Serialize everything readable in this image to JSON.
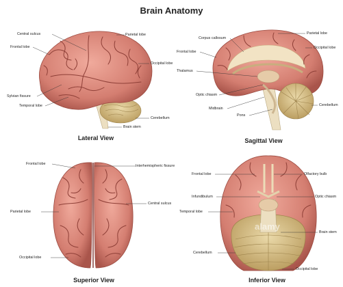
{
  "title": "Brain Anatomy",
  "views": {
    "lateral": {
      "caption": "Lateral View",
      "labels": {
        "central_sulcus": "Central sulcus",
        "parietal_lobe": "Parietal lobe",
        "frontal_lobe": "Frontal lobe",
        "occipital_lobe": "Occipital lobe",
        "sylvian_fissure": "Sylvian fissure",
        "temporal_lobe": "Temporal lobe",
        "cerebellum": "Cerebellum",
        "brain_stem": "Brain stem"
      }
    },
    "sagittal": {
      "caption": "Sagittal View",
      "labels": {
        "corpus_callosum": "Corpus callosum",
        "parietal_lobe": "Parietal lobe",
        "occipital_lobe": "Occipital lobe",
        "frontal_lobe": "Frontal lobe",
        "thalamus": "Thalamus",
        "optic_chiasm": "Optic chiasm",
        "cerebellum": "Cerebellum",
        "midbrain": "Midbrain",
        "pons": "Pons"
      }
    },
    "superior": {
      "caption": "Superior View",
      "labels": {
        "frontal_lobe": "Frontal lobe",
        "interhemispheric_fissure": "Interhemispheric fissure",
        "central_sulcus": "Central sulcus",
        "parietal_lobe": "Parietal lobe",
        "occipital_lobe": "Occipital lobe"
      }
    },
    "inferior": {
      "caption": "Inferior View",
      "labels": {
        "frontal_lobe": "Frontal lobe",
        "olfactory_bulb": "Olfactory bulb",
        "infundibulum": "Infundibulum",
        "optic_chiasm": "Optic chiasm",
        "temporal_lobe": "Temporal lobe",
        "brain_stem": "Brain stem",
        "cerebellum": "Cerebellum",
        "occipital_lobe": "Occipital lobe"
      }
    }
  },
  "watermark": "alamy",
  "colors": {
    "cortex": "#d9857a",
    "cortex_dark": "#a9554b",
    "sulcus": "#8e3f37",
    "cerebellum": "#c9b27c",
    "stem": "#e9dcbf",
    "white_matter": "#f1e4c6"
  }
}
